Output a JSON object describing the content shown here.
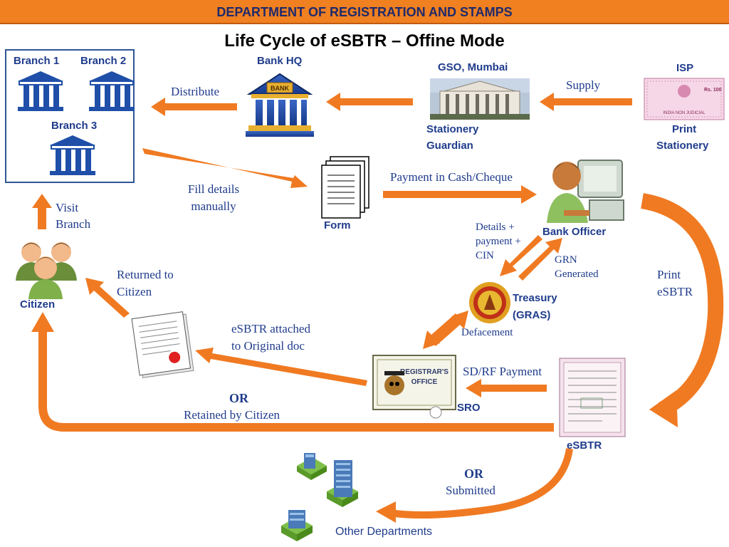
{
  "header": {
    "banner": "DEPARTMENT OF REGISTRATION AND STAMPS",
    "title": "Life Cycle of eSBTR – Offine Mode"
  },
  "nodes": {
    "branch1": "Branch 1",
    "branch2": "Branch 2",
    "branch3": "Branch 3",
    "bank_hq": "Bank HQ",
    "gso_line1": "GSO, Mumbai",
    "gso_line2": "Stationery",
    "gso_line3": "Guardian",
    "isp": "ISP",
    "isp_line2": "Print",
    "isp_line3": "Stationery",
    "form": "Form",
    "bank_officer": "Bank Officer",
    "citizen": "Citizen",
    "treasury_line1": "Treasury",
    "treasury_line2": "(GRAS)",
    "sro": "SRO",
    "esbtr": "eSBTR",
    "other_departments": "Other Departments"
  },
  "edges": {
    "supply": "Supply",
    "distribute": "Distribute",
    "fill_line1": "Fill details",
    "fill_line2": "manually",
    "visit_line1": "Visit",
    "visit_line2": "Branch",
    "payment": "Payment in Cash/Cheque",
    "details_line1": "Details +",
    "details_line2": "payment +",
    "details_line3": "CIN",
    "grn_line1": "GRN",
    "grn_line2": "Generated",
    "print_line1": "Print",
    "print_line2": "eSBTR",
    "returned_line1": "Returned to",
    "returned_line2": "Citizen",
    "attached_line1": "eSBTR attached",
    "attached_line2": "to Original doc",
    "defacement": "Defacement",
    "sdrf": "SD/RF Payment",
    "or1": "OR",
    "retained": "Retained by Citizen",
    "or2": "OR",
    "submitted": "Submitted"
  },
  "icons": {
    "stamp_paper_text": "Rs. 100",
    "stamp_paper_footer": "INDIA NON JUDICIAL",
    "bank_sign": "BANK",
    "registrar_sign_line1": "REGISTRAR'S",
    "registrar_sign_line2": "OFFICE"
  },
  "colors": {
    "arrow": "#f07a22",
    "banner": "#f08020",
    "label_blue": "#1f3c8c"
  }
}
